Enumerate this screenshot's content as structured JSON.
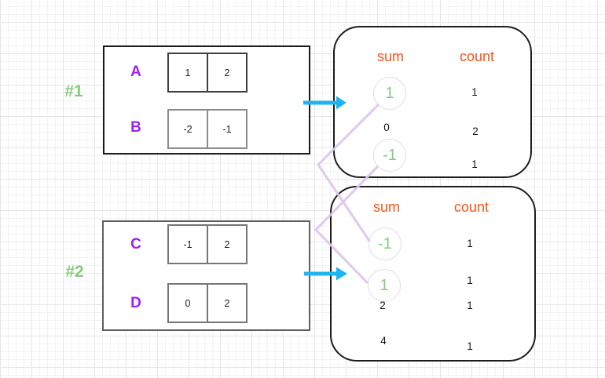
{
  "colors": {
    "green": "#82cc7c",
    "purple": "#9b21f3",
    "orange": "#fb5316",
    "cyan": "#1eb4f0",
    "lavender": "#dcc7ec",
    "circle_ring": "#e9d8f3"
  },
  "groups": [
    {
      "label": "#1",
      "arrays": [
        {
          "name": "A",
          "cells": [
            "1",
            "2"
          ]
        },
        {
          "name": "B",
          "cells": [
            "-2",
            "-1"
          ]
        }
      ]
    },
    {
      "label": "#2",
      "arrays": [
        {
          "name": "C",
          "cells": [
            "-1",
            "2"
          ]
        },
        {
          "name": "D",
          "cells": [
            "0",
            "2"
          ]
        }
      ]
    }
  ],
  "tables": [
    {
      "sum_header": "sum",
      "count_header": "count",
      "rows": [
        {
          "sum": "1",
          "count": "1",
          "circled": true
        },
        {
          "sum": "0",
          "count": "2",
          "circled": false
        },
        {
          "sum": "-1",
          "count": "1",
          "circled": true
        }
      ]
    },
    {
      "sum_header": "sum",
      "count_header": "count",
      "rows": [
        {
          "sum": "-1",
          "count": "1",
          "circled": true
        },
        {
          "sum": "1",
          "count": "1",
          "circled": true
        },
        {
          "sum": "2",
          "count": "1",
          "circled": false
        },
        {
          "sum": "4",
          "count": "1",
          "circled": false
        }
      ]
    }
  ]
}
